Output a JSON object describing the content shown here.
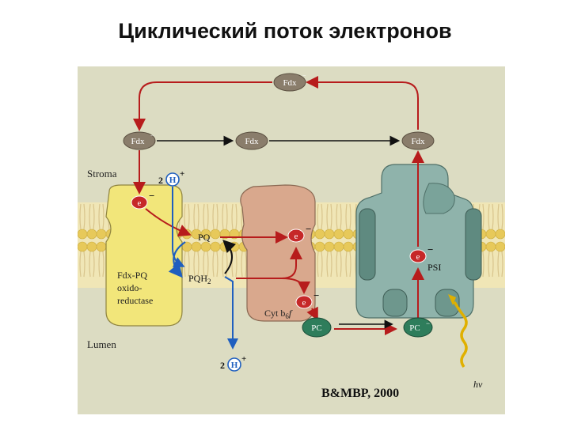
{
  "title": "Циклический поток электронов",
  "diagram": {
    "regions": {
      "stroma": "Stroma",
      "lumen": "Lumen"
    },
    "carriers": {
      "fdx_top": "Fdx",
      "fdx_left": "Fdx",
      "fdx_mid": "Fdx",
      "fdx_right": "Fdx"
    },
    "electron": "e",
    "proton_count": "2",
    "proton": "H",
    "pq": "PQ",
    "pqh2": "PQH",
    "complexes": {
      "oxidoreductase_line1": "Fdx-PQ",
      "oxidoreductase_line2": "oxido-",
      "oxidoreductase_line3": "reductase",
      "cytochrome": "Cyt b",
      "cytochrome_sub": "6",
      "cytochrome_f": "f",
      "psi": "PSI"
    },
    "plastocyanin_left": "PC",
    "plastocyanin_right": "PC",
    "light": "hν",
    "credit": "B&MBP, 2000"
  },
  "colors": {
    "panel": "#dcdcc2",
    "membrane_head": "#e7c95a",
    "membrane_band": "#f0e6b6",
    "oxidoreductase": "#f2e67a",
    "cytochrome": "#d9a88d",
    "psi": "#8fb3ab",
    "psi_dark": "#5f8a80",
    "carrier": "#8a7d6b",
    "electron": "#c62828",
    "electron_arrow": "#b71c1c",
    "proton_arrow": "#1f5fbf",
    "plastocyanin": "#2e7d5b",
    "light": "#e0b000"
  }
}
